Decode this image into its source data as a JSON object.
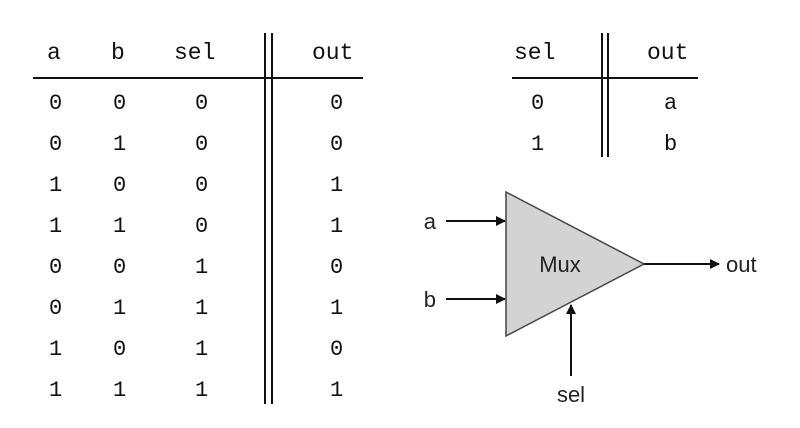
{
  "truth_table": {
    "headers": {
      "a": "a",
      "b": "b",
      "sel": "sel",
      "out": "out"
    },
    "rows": [
      {
        "a": "0",
        "b": "0",
        "sel": "0",
        "out": "0"
      },
      {
        "a": "0",
        "b": "1",
        "sel": "0",
        "out": "0"
      },
      {
        "a": "1",
        "b": "0",
        "sel": "0",
        "out": "1"
      },
      {
        "a": "1",
        "b": "1",
        "sel": "0",
        "out": "1"
      },
      {
        "a": "0",
        "b": "0",
        "sel": "1",
        "out": "0"
      },
      {
        "a": "0",
        "b": "1",
        "sel": "1",
        "out": "1"
      },
      {
        "a": "1",
        "b": "0",
        "sel": "1",
        "out": "0"
      },
      {
        "a": "1",
        "b": "1",
        "sel": "1",
        "out": "1"
      }
    ]
  },
  "abbreviated_table": {
    "headers": {
      "sel": "sel",
      "out": "out"
    },
    "rows": [
      {
        "sel": "0",
        "out": "a"
      },
      {
        "sel": "1",
        "out": "b"
      }
    ]
  },
  "mux_diagram": {
    "block_label": "Mux",
    "input_a": "a",
    "input_b": "b",
    "select_input": "sel",
    "output": "out",
    "block_fill": "#d3d3d3"
  }
}
